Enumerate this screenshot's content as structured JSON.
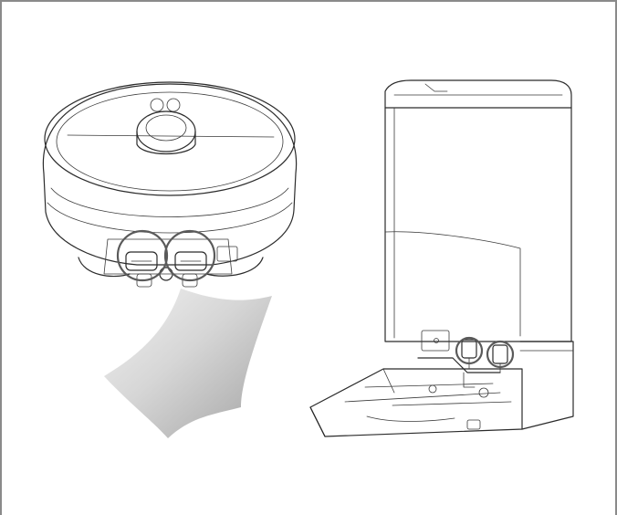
{
  "diagram": {
    "elements": [
      {
        "name": "robot-vacuum",
        "icon": "robot-vacuum-icon"
      },
      {
        "name": "charging-contacts-highlight",
        "icon": "circle-highlight-icon",
        "count": 2
      },
      {
        "name": "cleaning-cloth",
        "icon": "cloth-icon"
      },
      {
        "name": "auto-empty-dock",
        "icon": "dock-station-icon"
      },
      {
        "name": "dock-contacts-highlight",
        "icon": "circle-highlight-icon",
        "count": 2
      }
    ],
    "colors": {
      "line": "#2b2b2b",
      "highlight": "#5a5a5a",
      "cloth_light": "#e4e4e4",
      "cloth_dark": "#a8a8a8",
      "frame": "#8a8a8a"
    }
  }
}
